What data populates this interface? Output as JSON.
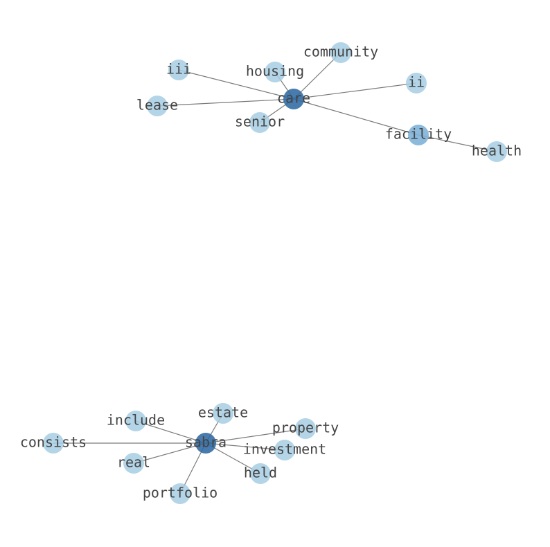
{
  "graph": {
    "nodes": [
      {
        "id": "care",
        "label": "care",
        "tone": "dark"
      },
      {
        "id": "iii",
        "label": "iii",
        "tone": "light"
      },
      {
        "id": "housing",
        "label": "housing",
        "tone": "light"
      },
      {
        "id": "community",
        "label": "community",
        "tone": "light"
      },
      {
        "id": "ii",
        "label": "ii",
        "tone": "light"
      },
      {
        "id": "lease",
        "label": "lease",
        "tone": "light"
      },
      {
        "id": "senior",
        "label": "senior",
        "tone": "light"
      },
      {
        "id": "facility",
        "label": "facility",
        "tone": "mid"
      },
      {
        "id": "health",
        "label": "health",
        "tone": "light"
      },
      {
        "id": "sabra",
        "label": "sabra",
        "tone": "dark"
      },
      {
        "id": "include",
        "label": "include",
        "tone": "light"
      },
      {
        "id": "estate",
        "label": "estate",
        "tone": "light"
      },
      {
        "id": "property",
        "label": "property",
        "tone": "light"
      },
      {
        "id": "consists",
        "label": "consists",
        "tone": "light"
      },
      {
        "id": "investment",
        "label": "investment",
        "tone": "light"
      },
      {
        "id": "real",
        "label": "real",
        "tone": "light"
      },
      {
        "id": "held",
        "label": "held",
        "tone": "light"
      },
      {
        "id": "portfolio",
        "label": "portfolio",
        "tone": "light"
      }
    ],
    "edges": [
      [
        "care",
        "iii"
      ],
      [
        "care",
        "housing"
      ],
      [
        "care",
        "community"
      ],
      [
        "care",
        "ii"
      ],
      [
        "care",
        "lease"
      ],
      [
        "care",
        "senior"
      ],
      [
        "care",
        "facility"
      ],
      [
        "facility",
        "health"
      ],
      [
        "sabra",
        "include"
      ],
      [
        "sabra",
        "estate"
      ],
      [
        "sabra",
        "property"
      ],
      [
        "sabra",
        "consists"
      ],
      [
        "sabra",
        "investment"
      ],
      [
        "sabra",
        "real"
      ],
      [
        "sabra",
        "held"
      ],
      [
        "sabra",
        "portfolio"
      ]
    ]
  }
}
